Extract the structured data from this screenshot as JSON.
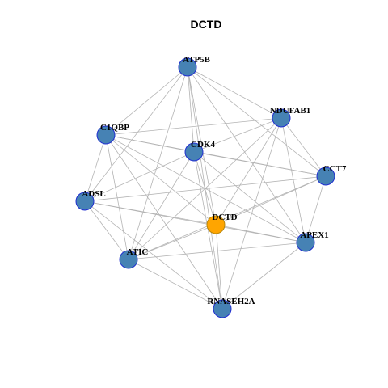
{
  "title": "DCTD",
  "colors": {
    "node_fill": "#4682b4",
    "node_stroke": "#1f2dd0",
    "focus_fill": "#ffa500",
    "focus_stroke": "#b8860b",
    "edge": "#b4b4b4"
  },
  "nodes": [
    {
      "id": "ATP5B",
      "label": "ATP5B",
      "focus": false
    },
    {
      "id": "NDUFAB1",
      "label": "NDUFAB1",
      "focus": false
    },
    {
      "id": "C1QBP",
      "label": "C1QBP",
      "focus": false
    },
    {
      "id": "CDK4",
      "label": "CDK4",
      "focus": false
    },
    {
      "id": "CCT7",
      "label": "CCT7",
      "focus": false
    },
    {
      "id": "ADSL",
      "label": "ADSL",
      "focus": false
    },
    {
      "id": "DCTD",
      "label": "DCTD",
      "focus": true
    },
    {
      "id": "APEX1",
      "label": "APEX1",
      "focus": false
    },
    {
      "id": "ATIC",
      "label": "ATIC",
      "focus": false
    },
    {
      "id": "RNASEH2A",
      "label": "RNASEH2A",
      "focus": false
    }
  ],
  "edges": [
    [
      "ATP5B",
      "NDUFAB1"
    ],
    [
      "ATP5B",
      "C1QBP"
    ],
    [
      "ATP5B",
      "CDK4"
    ],
    [
      "ATP5B",
      "CCT7"
    ],
    [
      "ATP5B",
      "ADSL"
    ],
    [
      "ATP5B",
      "DCTD"
    ],
    [
      "ATP5B",
      "APEX1"
    ],
    [
      "ATP5B",
      "ATIC"
    ],
    [
      "ATP5B",
      "RNASEH2A"
    ],
    [
      "NDUFAB1",
      "C1QBP"
    ],
    [
      "NDUFAB1",
      "CDK4"
    ],
    [
      "NDUFAB1",
      "CCT7"
    ],
    [
      "NDUFAB1",
      "DCTD"
    ],
    [
      "NDUFAB1",
      "APEX1"
    ],
    [
      "NDUFAB1",
      "ATIC"
    ],
    [
      "NDUFAB1",
      "RNASEH2A"
    ],
    [
      "C1QBP",
      "CDK4"
    ],
    [
      "C1QBP",
      "CCT7"
    ],
    [
      "C1QBP",
      "ADSL"
    ],
    [
      "C1QBP",
      "DCTD"
    ],
    [
      "C1QBP",
      "APEX1"
    ],
    [
      "C1QBP",
      "ATIC"
    ],
    [
      "C1QBP",
      "RNASEH2A"
    ],
    [
      "CDK4",
      "CCT7"
    ],
    [
      "CDK4",
      "ADSL"
    ],
    [
      "CDK4",
      "DCTD"
    ],
    [
      "CDK4",
      "APEX1"
    ],
    [
      "CDK4",
      "ATIC"
    ],
    [
      "CDK4",
      "RNASEH2A"
    ],
    [
      "CCT7",
      "ADSL"
    ],
    [
      "CCT7",
      "DCTD"
    ],
    [
      "CCT7",
      "APEX1"
    ],
    [
      "CCT7",
      "ATIC"
    ],
    [
      "ADSL",
      "DCTD"
    ],
    [
      "ADSL",
      "APEX1"
    ],
    [
      "ADSL",
      "ATIC"
    ],
    [
      "ADSL",
      "RNASEH2A"
    ],
    [
      "DCTD",
      "APEX1"
    ],
    [
      "DCTD",
      "ATIC"
    ],
    [
      "DCTD",
      "RNASEH2A"
    ],
    [
      "APEX1",
      "ATIC"
    ],
    [
      "APEX1",
      "RNASEH2A"
    ],
    [
      "ATIC",
      "RNASEH2A"
    ]
  ]
}
